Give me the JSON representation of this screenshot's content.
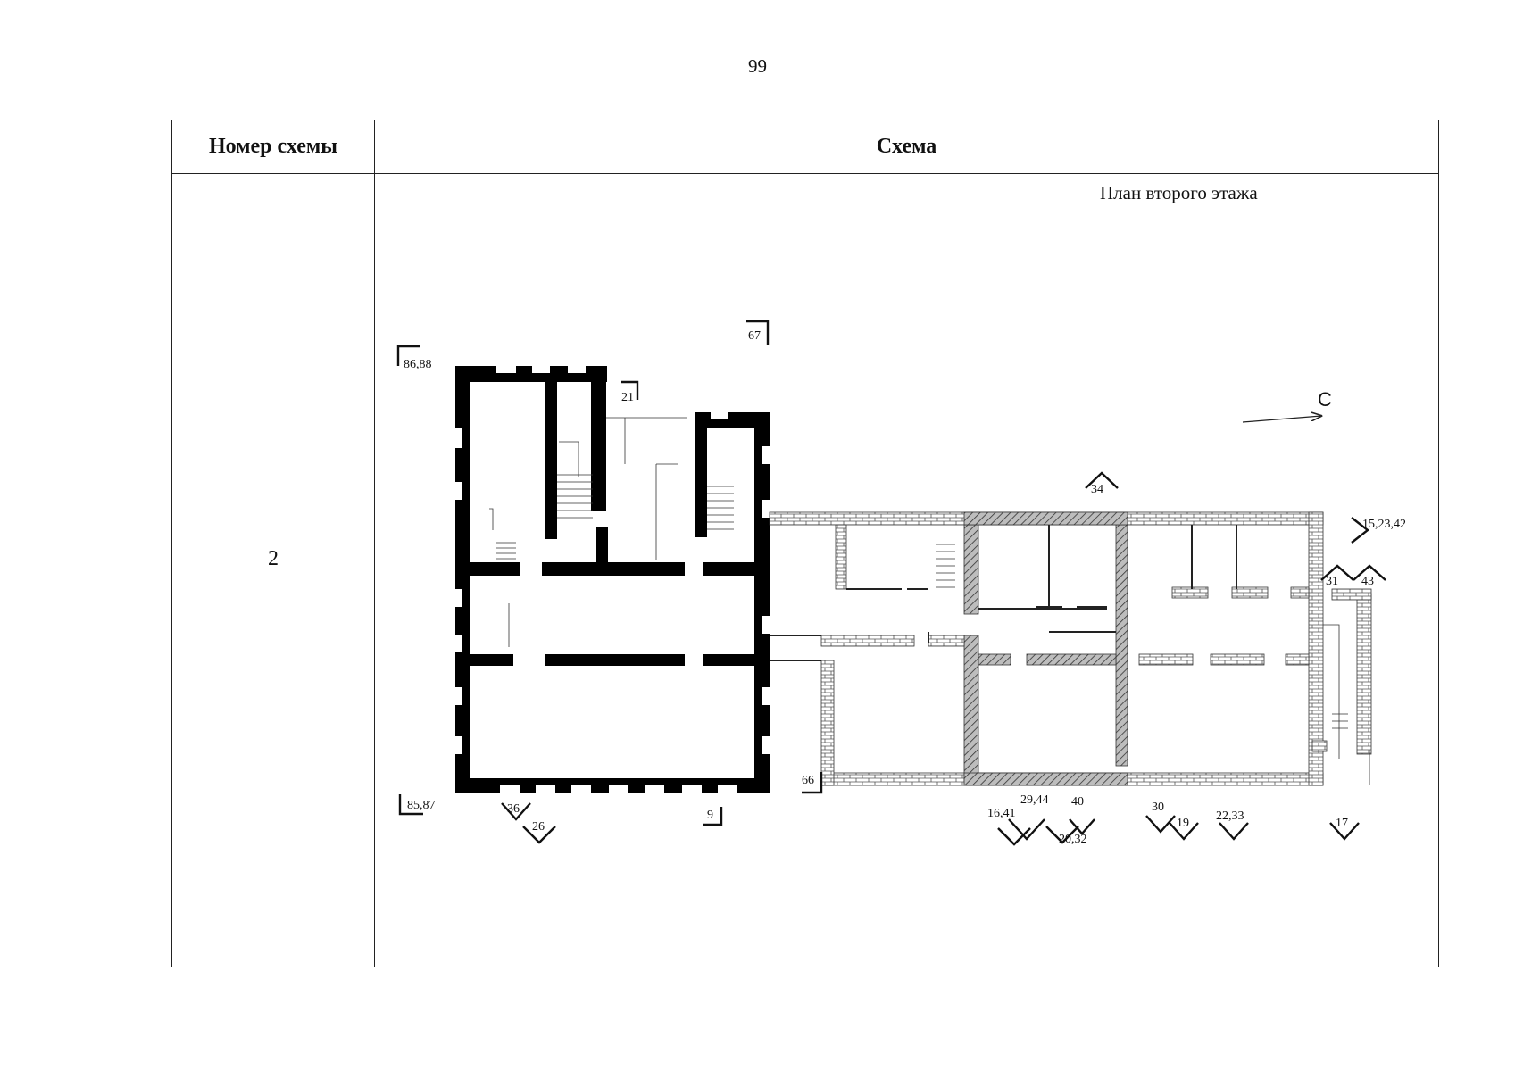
{
  "page": {
    "number": "99"
  },
  "table": {
    "header": {
      "scheme_number": "Номер схемы",
      "scheme": "Схема"
    },
    "row": {
      "scheme_number": "2",
      "plan_title": "План второго этажа"
    }
  },
  "plan": {
    "north_label": "С",
    "view_markers": [
      "67",
      "86,88",
      "21",
      "34",
      "15,23,42",
      "31",
      "43",
      "66",
      "85,87",
      "36",
      "26",
      "9",
      "29,44",
      "16,41",
      "40",
      "20,32",
      "30",
      "19",
      "22,33",
      "17"
    ]
  }
}
